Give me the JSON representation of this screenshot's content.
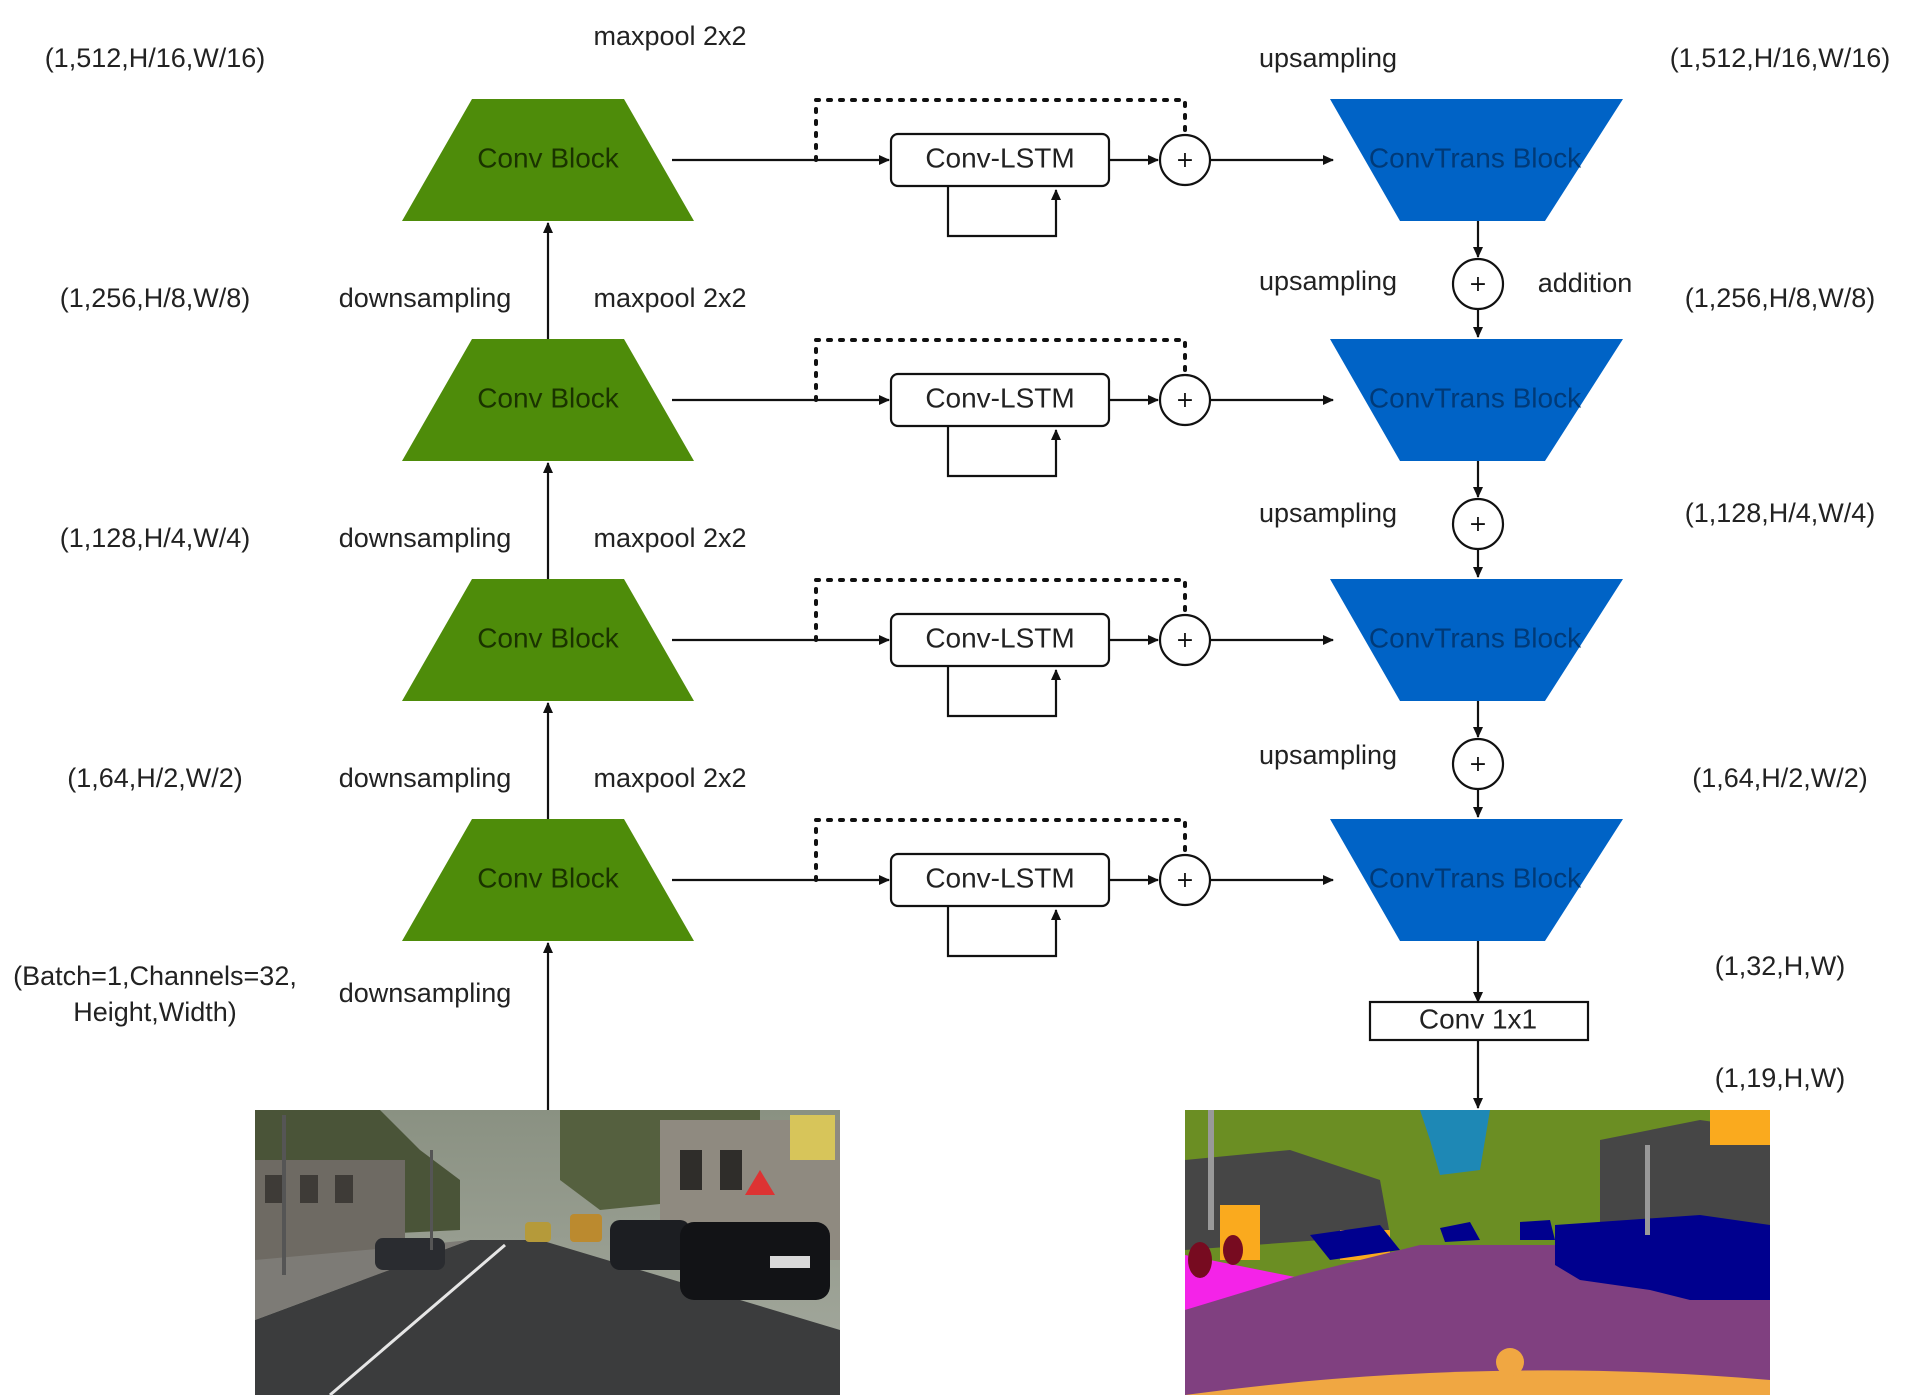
{
  "colors": {
    "conv_block_fill": "#4e8c0a",
    "conv_block_text": "#1a3300",
    "convtrans_fill": "#0063c6",
    "convtrans_text": "#003a78",
    "line": "#111111"
  },
  "encoder": {
    "blocks": [
      {
        "label": "Conv Block"
      },
      {
        "label": "Conv Block"
      },
      {
        "label": "Conv Block"
      },
      {
        "label": "Conv Block"
      }
    ],
    "shape_labels": [
      "(1,512,H/16,W/16)",
      "(1,256,H/8,W/8)",
      "(1,128,H/4,W/4)",
      "(1,64,H/2,W/2)"
    ],
    "input_shape_lines": [
      "(Batch=1,Channels=32,",
      "Height,Width)"
    ],
    "downsampling_labels": [
      "downsampling",
      "downsampling",
      "downsampling",
      "downsampling"
    ],
    "maxpool_labels": [
      "maxpool 2x2",
      "maxpool 2x2",
      "maxpool 2x2",
      "maxpool 2x2"
    ]
  },
  "skip": {
    "lstm_labels": [
      "Conv-LSTM",
      "Conv-LSTM",
      "Conv-LSTM",
      "Conv-LSTM"
    ],
    "plus_symbol": "+"
  },
  "decoder": {
    "blocks": [
      {
        "label": "ConvTrans Block"
      },
      {
        "label": "ConvTrans Block"
      },
      {
        "label": "ConvTrans Block"
      },
      {
        "label": "ConvTrans Block"
      }
    ],
    "upsampling_labels": [
      "upsampling",
      "upsampling",
      "upsampling",
      "upsampling"
    ],
    "addition_label": "addition",
    "shape_labels": [
      "(1,512,H/16,W/16)",
      "(1,256,H/8,W/8)",
      "(1,128,H/4,W/4)",
      "(1,64,H/2,W/2)"
    ],
    "pre_conv_shape": "(1,32,H,W)",
    "conv1x1_label": "Conv 1x1",
    "output_shape": "(1,19,H,W)"
  }
}
